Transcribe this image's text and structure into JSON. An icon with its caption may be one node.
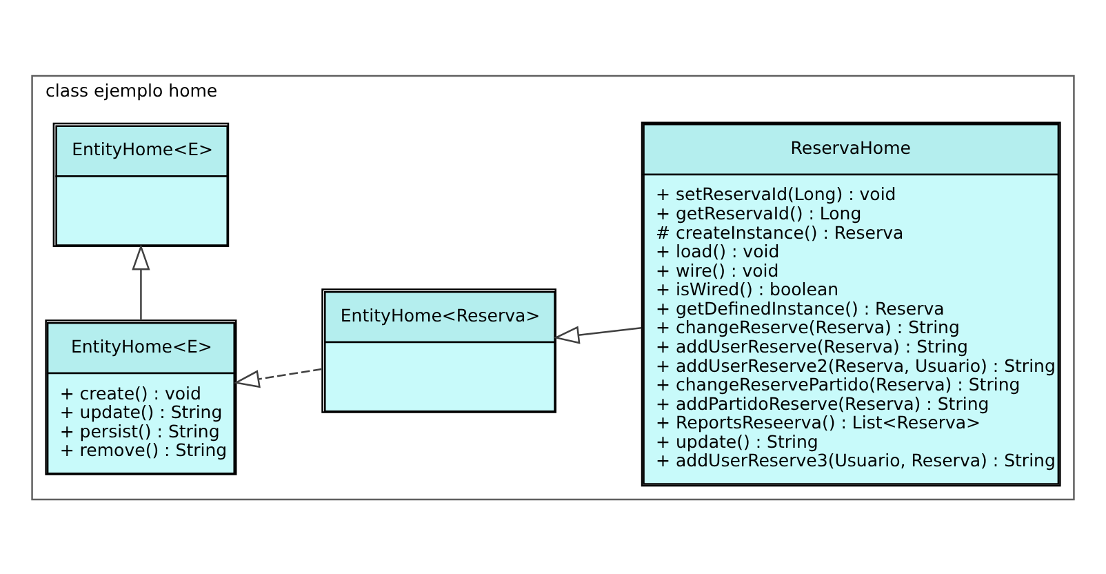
{
  "diagram": {
    "nodes": [
      {
        "text": [
          "class ejemplo home"
        ]
      },
      {
        "text": [
          "EntityHome<E>"
        ],
        "in": 0
      },
      {
        "text": [
          "EntityHome<E>",
          "+ create() : void",
          "+ update() : String",
          "+ persist() : String",
          "+ remove() : String"
        ],
        "in": 0
      },
      {
        "text": [
          "EntityHome<Reserva>"
        ],
        "in": 0
      },
      {
        "text": [
          "ReservaHome",
          "+ setReservaId(Long) : void",
          "+ getReservaId() : Long",
          "# createInstance() : Reserva",
          "+ load() : void",
          "+ wire() : void",
          "+ isWired() : boolean",
          "+ getDefinedInstance() : Reserva",
          "+ changeReserve(Reserva) : String",
          "+ addUserReserve(Reserva) : String",
          "+ addUserReserve2(Reserva, Usuario) : String",
          "+ changeReservePartido(Reserva) : String",
          "+ addPartidoReserve(Reserva) : String",
          "+ ReportsReseerva() : List<Reserva>",
          "+ update() : String",
          "+ addUserReserve3(Usuario, Reserva) : String"
        ],
        "in": 0
      }
    ],
    "edges": [
      {
        "from": 2,
        "to": 1,
        "arrow": "to"
      },
      {
        "from": 3,
        "to": 2,
        "arrow": "to",
        "style": "dashed"
      },
      {
        "from": 4,
        "to": 3,
        "arrow": "to"
      }
    ]
  }
}
